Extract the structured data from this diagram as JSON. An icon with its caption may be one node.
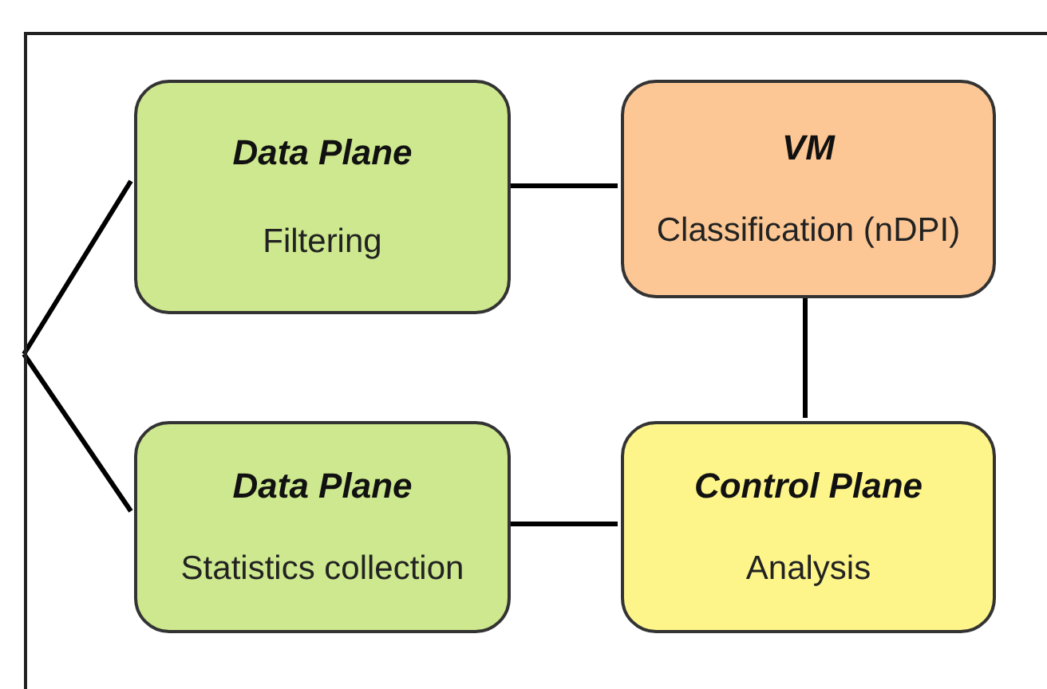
{
  "diagram": {
    "nodes": [
      {
        "text": [],
        "shape": "box"
      },
      {
        "text": [
          "Data Plane",
          "Filtering"
        ],
        "in": 0
      },
      {
        "text": [
          "VM",
          "Classification (nDPI)"
        ],
        "in": 0
      },
      {
        "text": [
          "Data Plane",
          "Statistics collection"
        ],
        "in": 0
      },
      {
        "text": [
          "Control Plane",
          "Analysis"
        ],
        "in": 0
      }
    ],
    "edges": [
      {
        "from": 0,
        "to": 1,
        "arrow": "none"
      },
      {
        "from": 0,
        "to": 3,
        "arrow": "none"
      },
      {
        "from": 1,
        "to": 2,
        "arrow": "none"
      },
      {
        "from": 2,
        "to": 4,
        "arrow": "none"
      },
      {
        "from": 3,
        "to": 4,
        "arrow": "none"
      }
    ]
  }
}
